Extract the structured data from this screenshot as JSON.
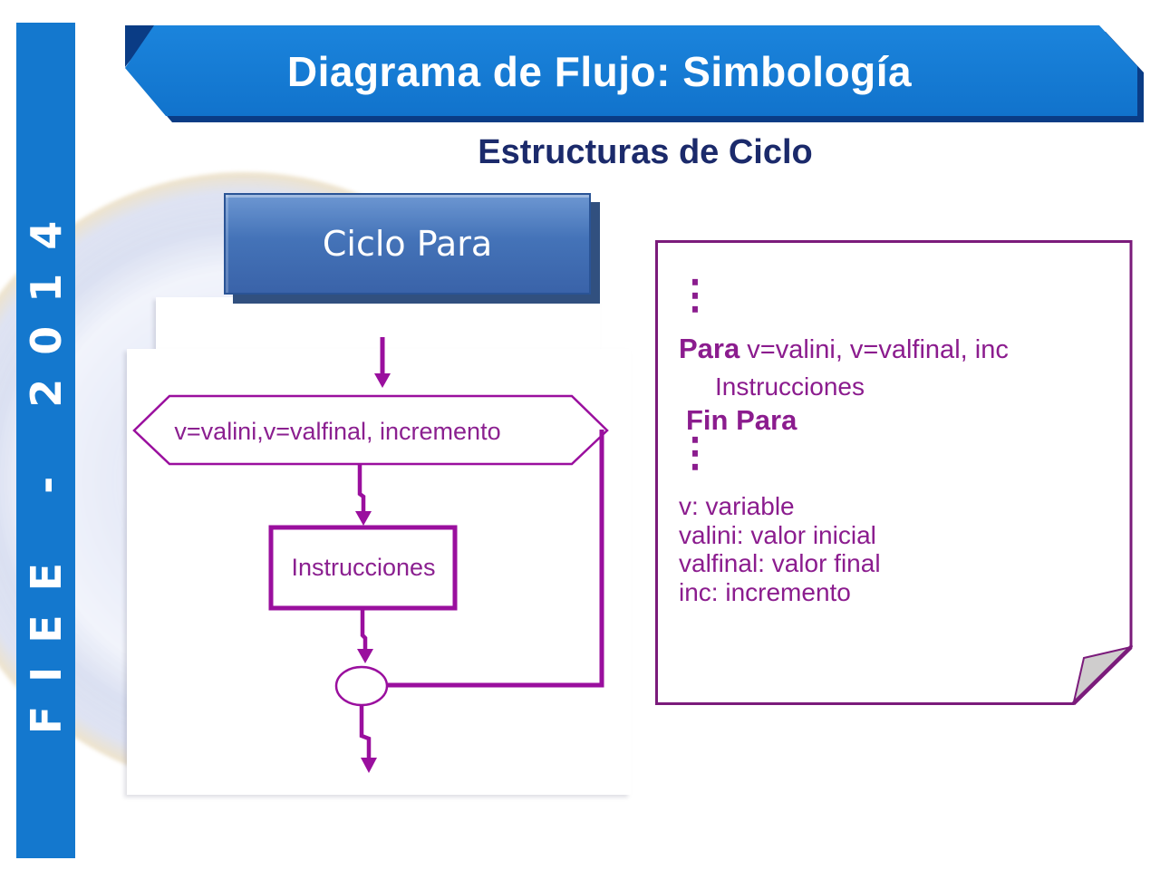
{
  "colors": {
    "bar_blue": "#1478CE",
    "banner_blue": "#1173CC",
    "banner_shadow_navy": "#0A3C85",
    "subtitle_navy": "#1B2A6B",
    "section_box_blue": "#4473B8",
    "flow_stroke_purple": "#9A0F9E",
    "text_purple": "#8B2090",
    "note_border_purple": "#7B1B7B",
    "fold_gray": "#CFCDCD"
  },
  "sidebar": {
    "label": "FIEE - 2014"
  },
  "banner": {
    "title": "Diagrama de Flujo: Simbología"
  },
  "page": {
    "subtitle": "Estructuras de Ciclo"
  },
  "section": {
    "title": "Ciclo Para"
  },
  "flowchart": {
    "condition_label": "v=valini,v=valfinal, incremento",
    "process_label": "Instrucciones"
  },
  "note": {
    "ellipsis_top": "⋮",
    "para_keyword": "Para",
    "para_args": " v=valini, v=valfinal, inc",
    "body_line": "Instrucciones",
    "end_keyword": "Fin Para",
    "ellipsis_bottom": "⋮",
    "definitions": [
      "v: variable",
      "valini: valor inicial",
      "valfinal: valor final",
      "inc: incremento"
    ]
  }
}
